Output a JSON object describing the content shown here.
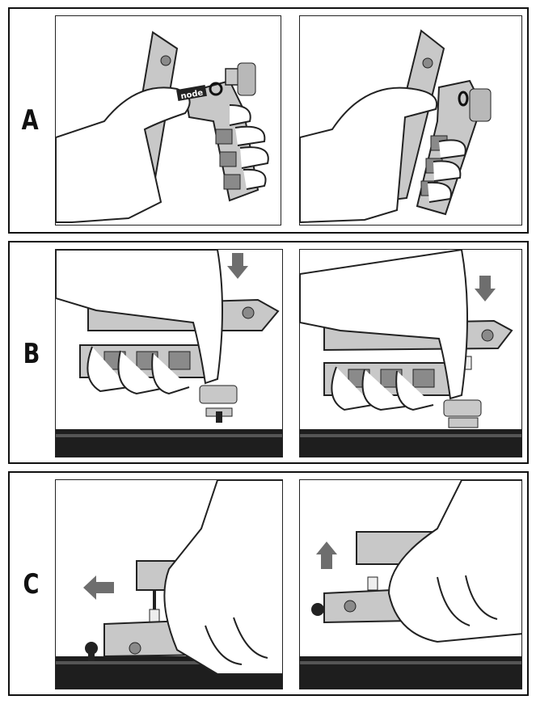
{
  "rows": [
    {
      "label": "A"
    },
    {
      "label": "B"
    },
    {
      "label": "C"
    }
  ],
  "tool_brand_text": "node",
  "colors": {
    "tool_fill": "#c8c8c8",
    "tool_dark": "#8a8a8a",
    "pipe_dark": "#1e1e1e",
    "arrow": "#6e6e6e",
    "line": "#222222"
  }
}
